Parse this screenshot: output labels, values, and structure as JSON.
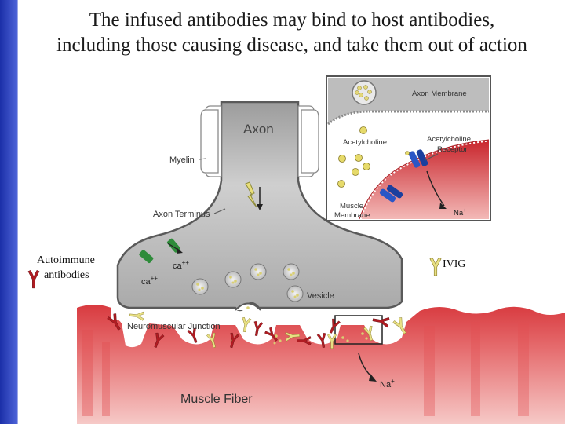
{
  "title": {
    "line1": "The infused antibodies may bind to host antibodies,",
    "line2": "including those causing disease, and take them out of action"
  },
  "diagram": {
    "axon": "Axon",
    "myelin": "Myelin",
    "axon_terminus": "Axon Terminus",
    "ca1": "ca",
    "ca2": "ca",
    "ca_sup": "++",
    "vesicle": "Vesicle",
    "nmj": "Neuromuscular Junction",
    "muscle_fiber": "Muscle Fiber",
    "na_bottom": "Na",
    "na_sup": "+"
  },
  "inset": {
    "axon_membrane": "Axon Membrane",
    "acetylcholine": "Acetylcholine",
    "receptor_line1": "Acetylcholine",
    "receptor_line2": "Receptor",
    "muscle_line1": "Muscle",
    "muscle_line2": "Membrane",
    "na": "Na",
    "na_sup": "+"
  },
  "legend": {
    "autoimmune_line1": "Autoimmune",
    "autoimmune_line2": "antibodies",
    "ivig": "IVIG"
  },
  "colors": {
    "autoimmune": "#b01c22",
    "ivig": "#e8e084",
    "sidebar": "#1b2fa8",
    "muscle": "#c9252c"
  }
}
